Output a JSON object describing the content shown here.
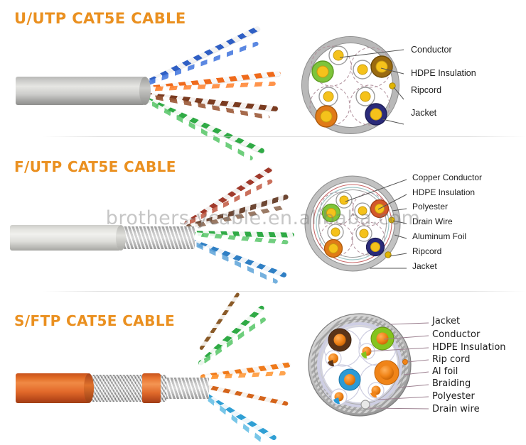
{
  "colors": {
    "title": "#ea9020",
    "label_text": "#1d1d1d",
    "leader_line": "#555555",
    "leader_line_sftp": "#9b7f8f",
    "jacket_grey": "#c6c6c4",
    "jacket_lightgrey": "#dedeDA",
    "jacket_orange": "#e06a24",
    "pair_green": "#5fb52a",
    "pair_orange": "#e07a18",
    "pair_brown": "#9a6a10",
    "pair_blue": "#2b2b7a",
    "conductor_yellow": "#f5c21b",
    "ripcord_yellow": "#e0b400",
    "polyester_red": "#c96a6a",
    "aluminum_teal": "#9fc7c7",
    "background": "#ffffff"
  },
  "watermark": {
    "text": "brothers-ycable.en.alibaba.com"
  },
  "sections": [
    {
      "id": "uutp",
      "title": "U/UTP CAT5E CABLE",
      "photo": {
        "jacket_color_name": "grey",
        "pairs": [
          {
            "name": "blue-pair",
            "color": "#2f5fc4"
          },
          {
            "name": "orange-pair",
            "color": "#ef6a1b"
          },
          {
            "name": "brown-pair",
            "color": "#7a3b20"
          },
          {
            "name": "green-pair",
            "color": "#2faa45"
          }
        ]
      },
      "diagram": {
        "type": "u-utp-cross-section",
        "labels": [
          {
            "text": "Conductor",
            "target": "conductor"
          },
          {
            "text": "HDPE Insulation",
            "target": "insulation"
          },
          {
            "text": "Ripcord",
            "target": "ripcord"
          },
          {
            "text": "Jacket",
            "target": "jacket"
          }
        ],
        "pairs": [
          {
            "name": "green-pair",
            "color": "#7ec43a"
          },
          {
            "name": "brown-pair",
            "color": "#9a6a10"
          },
          {
            "name": "orange-pair",
            "color": "#e07a18"
          },
          {
            "name": "blue-pair",
            "color": "#2b2b7a"
          }
        ],
        "ripcord_count": 1
      }
    },
    {
      "id": "futp",
      "title": "F/UTP CAT5E CABLE",
      "photo": {
        "jacket_color_name": "lightgrey",
        "has_foil_shield": true,
        "pairs": [
          {
            "name": "brown-pair",
            "color": "#8a3a22"
          },
          {
            "name": "brown2-pair",
            "color": "#6d4632"
          },
          {
            "name": "green-pair",
            "color": "#2faa45"
          },
          {
            "name": "blue-pair",
            "color": "#2f7fc4"
          }
        ]
      },
      "diagram": {
        "type": "f-utp-cross-section",
        "labels": [
          {
            "text": "Copper  Conductor",
            "target": "conductor"
          },
          {
            "text": "HDPE Insulation",
            "target": "insulation"
          },
          {
            "text": "Polyester",
            "target": "polyester"
          },
          {
            "text": "Drain  Wire",
            "target": "drain-wire"
          },
          {
            "text": "Aluminum Foil",
            "target": "aluminum-foil"
          },
          {
            "text": "Ripcord",
            "target": "ripcord"
          },
          {
            "text": "Jacket",
            "target": "jacket"
          }
        ],
        "pairs": [
          {
            "name": "green-pair",
            "color": "#7ec43a"
          },
          {
            "name": "red-pair",
            "color": "#d4582a"
          },
          {
            "name": "orange-pair",
            "color": "#e07a18"
          },
          {
            "name": "blue-pair",
            "color": "#2b2b7a"
          }
        ],
        "ripcord_count": 2
      }
    },
    {
      "id": "sftp",
      "title": "S/FTP CAT5E CABLE",
      "photo": {
        "jacket_color_name": "orange",
        "has_braid_shield": true,
        "has_foil_shield": true,
        "pairs": [
          {
            "name": "brown-pair",
            "color": "#8a5a28"
          },
          {
            "name": "green-pair",
            "color": "#2faa45"
          },
          {
            "name": "orange-pair",
            "color": "#ef7a1b"
          },
          {
            "name": "blue-pair",
            "color": "#2f9fd4"
          }
        ]
      },
      "diagram": {
        "type": "s-ftp-cross-section",
        "labels": [
          {
            "text": "Jacket",
            "target": "jacket"
          },
          {
            "text": "Conductor",
            "target": "conductor"
          },
          {
            "text": "HDPE Insulation",
            "target": "insulation"
          },
          {
            "text": "Rip cord",
            "target": "rip-cord"
          },
          {
            "text": "Al foil",
            "target": "al-foil"
          },
          {
            "text": "Braiding",
            "target": "braiding"
          },
          {
            "text": "Polyester",
            "target": "polyester"
          },
          {
            "text": "Drain wire",
            "target": "drain-wire"
          }
        ],
        "pairs": [
          {
            "name": "brown-pair",
            "color": "#5a3418"
          },
          {
            "name": "green-pair",
            "color": "#84c41e"
          },
          {
            "name": "orange-pair",
            "color": "#f08418"
          },
          {
            "name": "blue-pair",
            "color": "#2a9ad6"
          }
        ]
      }
    }
  ]
}
